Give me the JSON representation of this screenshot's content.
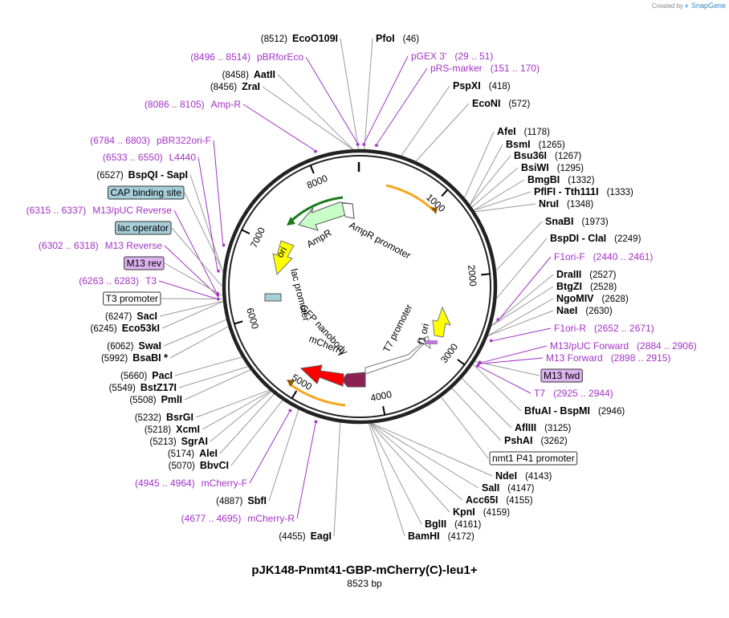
{
  "credit": {
    "prefix": "Created by",
    "brand": "SnapGene"
  },
  "plasmid": {
    "name": "pJK148-Pnmt41-GBP-mCherry(C)-leu1+",
    "size_label": "8523 bp",
    "length": 8523
  },
  "ticks": [
    {
      "pos": 1000,
      "label": "1000"
    },
    {
      "pos": 2000,
      "label": "2000"
    },
    {
      "pos": 3000,
      "label": "3000"
    },
    {
      "pos": 4000,
      "label": "4000"
    },
    {
      "pos": 5000,
      "label": "5000"
    },
    {
      "pos": 6000,
      "label": "6000"
    },
    {
      "pos": 7000,
      "label": "7000"
    },
    {
      "pos": 8000,
      "label": "8000"
    }
  ],
  "sites": [
    {
      "name": "EcoO109I",
      "pos": "(8512)",
      "bp": 8512
    },
    {
      "name": "PfoI",
      "pos": "(46)",
      "bp": 46
    },
    {
      "name": "AatII",
      "pos": "(8458)",
      "bp": 8458
    },
    {
      "name": "ZraI",
      "pos": "(8456)",
      "bp": 8456
    },
    {
      "name": "PspXI",
      "pos": "(418)",
      "bp": 418
    },
    {
      "name": "EcoNI",
      "pos": "(572)",
      "bp": 572
    },
    {
      "name": "AfeI",
      "pos": "(1178)",
      "bp": 1178
    },
    {
      "name": "BsmI",
      "pos": "(1265)",
      "bp": 1265
    },
    {
      "name": "Bsu36I",
      "pos": "(1267)",
      "bp": 1267
    },
    {
      "name": "BsiWI",
      "pos": "(1295)",
      "bp": 1295
    },
    {
      "name": "BmgBI",
      "pos": "(1332)",
      "bp": 1332
    },
    {
      "name": "PflFI - Tth111I",
      "pos": "(1333)",
      "bp": 1333
    },
    {
      "name": "NruI",
      "pos": "(1348)",
      "bp": 1348
    },
    {
      "name": "SnaBI",
      "pos": "(1973)",
      "bp": 1973
    },
    {
      "name": "BspDI - ClaI",
      "pos": "(2249)",
      "bp": 2249
    },
    {
      "name": "DraIII",
      "pos": "(2527)",
      "bp": 2527
    },
    {
      "name": "BtgZI",
      "pos": "(2528)",
      "bp": 2528
    },
    {
      "name": "NgoMIV",
      "pos": "(2628)",
      "bp": 2628
    },
    {
      "name": "NaeI",
      "pos": "(2630)",
      "bp": 2630
    },
    {
      "name": "BfuAI - BspMI",
      "pos": "(2946)",
      "bp": 2946
    },
    {
      "name": "AflIII",
      "pos": "(3125)",
      "bp": 3125
    },
    {
      "name": "PshAI",
      "pos": "(3262)",
      "bp": 3262
    },
    {
      "name": "NdeI",
      "pos": "(4143)",
      "bp": 4143
    },
    {
      "name": "SalI",
      "pos": "(4147)",
      "bp": 4147
    },
    {
      "name": "Acc65I",
      "pos": "(4155)",
      "bp": 4155
    },
    {
      "name": "KpnI",
      "pos": "(4159)",
      "bp": 4159
    },
    {
      "name": "BglII",
      "pos": "(4161)",
      "bp": 4161
    },
    {
      "name": "BamHI",
      "pos": "(4172)",
      "bp": 4172
    },
    {
      "name": "EagI",
      "pos": "(4455)",
      "bp": 4455
    },
    {
      "name": "SbfI",
      "pos": "(4887)",
      "bp": 4887
    },
    {
      "name": "BbvCI",
      "pos": "(5070)",
      "bp": 5070
    },
    {
      "name": "AleI",
      "pos": "(5174)",
      "bp": 5174
    },
    {
      "name": "SgrAI",
      "pos": "(5213)",
      "bp": 5213
    },
    {
      "name": "XcmI",
      "pos": "(5218)",
      "bp": 5218
    },
    {
      "name": "BsrGI",
      "pos": "(5232)",
      "bp": 5232
    },
    {
      "name": "PmlI",
      "pos": "(5508)",
      "bp": 5508
    },
    {
      "name": "BstZ17I",
      "pos": "(5549)",
      "bp": 5549
    },
    {
      "name": "PacI",
      "pos": "(5660)",
      "bp": 5660
    },
    {
      "name": "BsaBI *",
      "pos": "(5992)",
      "bp": 5992
    },
    {
      "name": "SwaI",
      "pos": "(6062)",
      "bp": 6062
    },
    {
      "name": "Eco53kI",
      "pos": "(6245)",
      "bp": 6245
    },
    {
      "name": "SacI",
      "pos": "(6247)",
      "bp": 6247
    },
    {
      "name": "BspQI - SapI",
      "pos": "(6527)",
      "bp": 6527
    }
  ],
  "primers": [
    {
      "name": "pBRforEco",
      "range": "(8496 .. 8514)",
      "bp": 8505
    },
    {
      "name": "pGEX 3'",
      "range": "(29 .. 51)",
      "bp": 40
    },
    {
      "name": "pRS-marker",
      "range": "(151 .. 170)",
      "bp": 160
    },
    {
      "name": "Amp-R",
      "range": "(8086 .. 8105)",
      "bp": 8095
    },
    {
      "name": "pBR322ori-F",
      "range": "(6784 .. 6803)",
      "bp": 6793
    },
    {
      "name": "L4440",
      "range": "(6533 .. 6550)",
      "bp": 6541
    },
    {
      "name": "M13/pUC Reverse",
      "range": "(6315 .. 6337)",
      "bp": 6326
    },
    {
      "name": "M13 Reverse",
      "range": "(6302 .. 6318)",
      "bp": 6310
    },
    {
      "name": "T3",
      "range": "(6263 .. 6283)",
      "bp": 6273
    },
    {
      "name": "F1ori-F",
      "range": "(2440 .. 2461)",
      "bp": 2450
    },
    {
      "name": "F1ori-R",
      "range": "(2652 .. 2671)",
      "bp": 2661
    },
    {
      "name": "M13/pUC Forward",
      "range": "(2884 .. 2906)",
      "bp": 2895
    },
    {
      "name": "M13 Forward",
      "range": "(2898 .. 2915)",
      "bp": 2906
    },
    {
      "name": "T7",
      "range": "(2925 .. 2944)",
      "bp": 2934
    },
    {
      "name": "mCherry-F",
      "range": "(4945 .. 4964)",
      "bp": 4954
    },
    {
      "name": "mCherry-R",
      "range": "(4677 .. 4695)",
      "bp": 4686
    }
  ],
  "boxed_features": [
    {
      "name": "CAP binding site",
      "fill": "#a6ced9"
    },
    {
      "name": "lac operator",
      "fill": "#a6ced9"
    },
    {
      "name": "M13 rev",
      "fill": "#dcb3f0"
    },
    {
      "name": "T3 promoter",
      "fill": "#ffffff"
    },
    {
      "name": "M13 fwd",
      "fill": "#dcb3f0"
    },
    {
      "name": "nmt1 P41 promoter",
      "fill": "#ffffff"
    }
  ],
  "features": [
    {
      "name": "AmpR",
      "fill": "#c8ffc8"
    },
    {
      "name": "AmpR promoter",
      "fill": "#ffffff"
    },
    {
      "name": "ori",
      "fill": "#ffff00"
    },
    {
      "name": "lac promoter",
      "fill": "#ffffff"
    },
    {
      "name": "GFP nanobody",
      "fill": "#8b2252"
    },
    {
      "name": "mCherry",
      "fill": "#ff0000"
    },
    {
      "name": "T7 promoter",
      "fill": "#ffffff"
    },
    {
      "name": "f1 ori",
      "fill": "#ffff00"
    }
  ],
  "colors": {
    "primer": "#a331c8",
    "backbone": "#222222",
    "orf": "#f5a623",
    "marker_green": "#1a7a1a"
  }
}
